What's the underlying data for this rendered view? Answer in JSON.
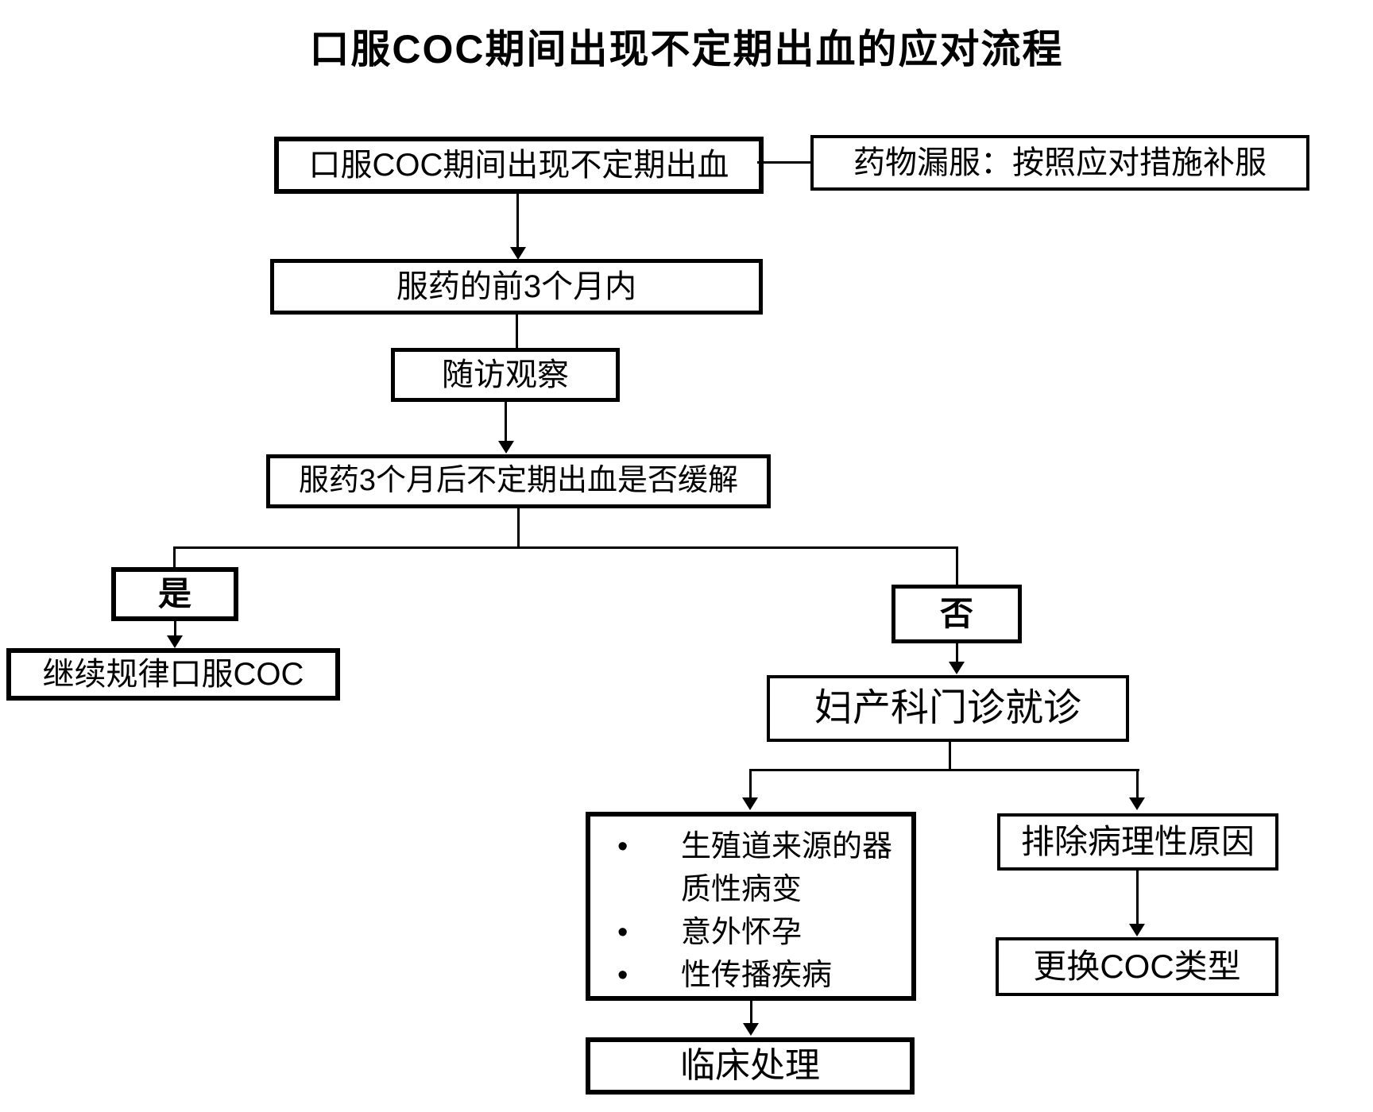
{
  "title": "口服COC期间出现不定期出血的应对流程",
  "colors": {
    "background": "#ffffff",
    "line": "#000000",
    "box_border": "#000000",
    "text": "#000000"
  },
  "nodes": {
    "start": {
      "label": "口服COC期间出现不定期出血"
    },
    "missed_dose": {
      "label": "药物漏服：按照应对措施补服"
    },
    "first_3_months": {
      "label": "服药的前3个月内"
    },
    "follow_up": {
      "label": "随访观察"
    },
    "decision": {
      "label": "服药3个月后不定期出血是否缓解"
    },
    "yes": {
      "label": "是"
    },
    "continue_coc": {
      "label": "继续规律口服COC"
    },
    "no": {
      "label": "否"
    },
    "gyn_clinic": {
      "label": "妇产科门诊就诊"
    },
    "possible_causes": {
      "bullet": "•",
      "items": [
        "生殖道来源的器质性病变",
        "意外怀孕",
        "性传播疾病"
      ]
    },
    "clinical_management": {
      "label": "临床处理"
    },
    "exclude_pathological": {
      "label": "排除病理性原因"
    },
    "change_coc": {
      "label": "更换COC类型"
    }
  }
}
